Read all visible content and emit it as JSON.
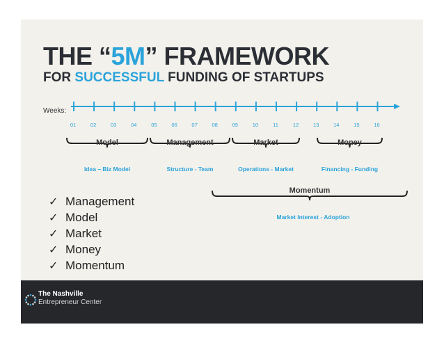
{
  "title": {
    "prefix": "THE “",
    "accent": "5M",
    "suffix": "” FRAMEWORK"
  },
  "subtitle": {
    "prefix": "FOR ",
    "accent": "SUCCESSFUL",
    "suffix": " FUNDING OF STARTUPS"
  },
  "timeline": {
    "label": "Weeks:",
    "weeks": [
      "01",
      "02",
      "03",
      "04",
      "05",
      "06",
      "07",
      "08",
      "09",
      "10",
      "11",
      "12",
      "13",
      "14",
      "15",
      "16"
    ]
  },
  "phases": [
    {
      "name": "Model",
      "description": "Idea – Biz Model"
    },
    {
      "name": "Management",
      "description": "Structure - Team"
    },
    {
      "name": "Market",
      "description": "Operations  - Market"
    },
    {
      "name": "Money",
      "description": "Financing - Funding"
    }
  ],
  "momentum": {
    "name": "Momentum",
    "description": "Market Interest - Adoption"
  },
  "checklist": [
    "Management",
    "Model",
    "Market",
    "Money",
    "Momentum"
  ],
  "footer": {
    "org_line1": "The Nashville",
    "org_line2": "Entrepreneur Center"
  },
  "colors": {
    "accent": "#2aa3da",
    "dark": "#2b2f35",
    "footer_bg": "#25272b",
    "label_blue": "#2aa3da"
  }
}
